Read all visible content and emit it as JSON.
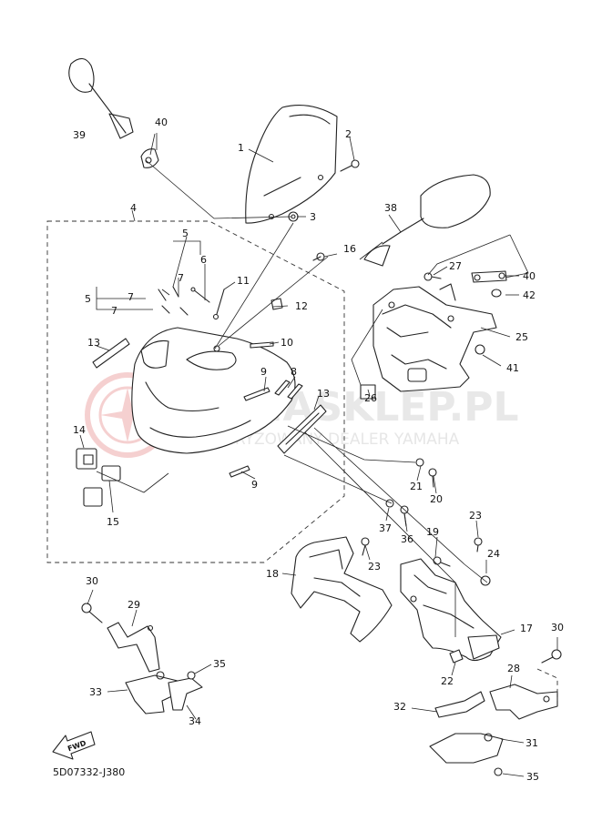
{
  "watermark": {
    "brand": "YAMASKLEP.PL",
    "subtitle": "AUTORYZOWANY DEALER YAMAHA"
  },
  "fwd_label": "FWD",
  "diagram_code": "5D07332-J380",
  "callouts": {
    "c1": "1",
    "c2": "2",
    "c3": "3",
    "c4": "4",
    "c5a": "5",
    "c5b": "5",
    "c6": "6",
    "c7a": "7",
    "c7b": "7",
    "c7c": "7",
    "c8": "8",
    "c9a": "9",
    "c9b": "9",
    "c10": "10",
    "c11": "11",
    "c12": "12",
    "c13a": "13",
    "c13b": "13",
    "c14": "14",
    "c15": "15",
    "c16": "16",
    "c17": "17",
    "c18": "18",
    "c19": "19",
    "c20": "20",
    "c21": "21",
    "c22": "22",
    "c23a": "23",
    "c23b": "23",
    "c24": "24",
    "c25": "25",
    "c26": "26",
    "c27": "27",
    "c28": "28",
    "c29": "29",
    "c30a": "30",
    "c30b": "30",
    "c31": "31",
    "c32": "32",
    "c33": "33",
    "c34": "34",
    "c35a": "35",
    "c35b": "35",
    "c36": "36",
    "c37": "37",
    "c38": "38",
    "c39": "39",
    "c40a": "40",
    "c40b": "40",
    "c41": "41",
    "c42": "42"
  }
}
